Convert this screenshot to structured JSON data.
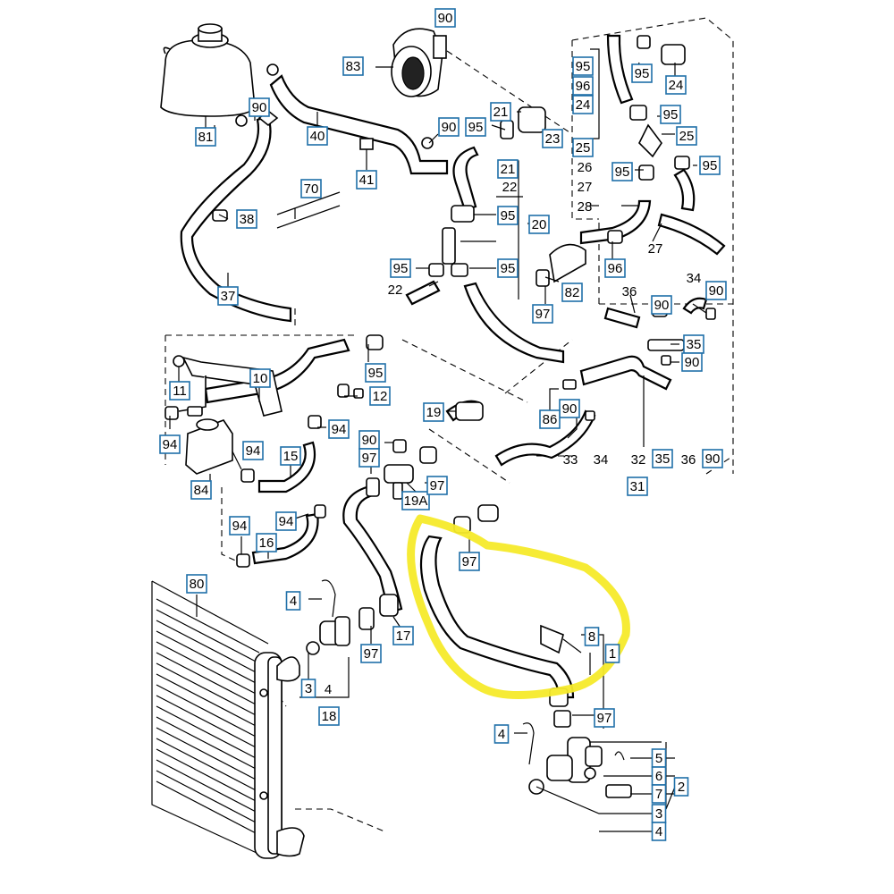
{
  "boxed_labels": [
    {
      "id": "label-90-a",
      "text": "90"
    },
    {
      "id": "label-83",
      "text": "83"
    },
    {
      "id": "label-81",
      "text": "81"
    },
    {
      "id": "label-90-b",
      "text": "90"
    },
    {
      "id": "label-40",
      "text": "40"
    },
    {
      "id": "label-90-c",
      "text": "90"
    },
    {
      "id": "label-95-a",
      "text": "95"
    },
    {
      "id": "label-21",
      "text": "21"
    },
    {
      "id": "label-41",
      "text": "41"
    },
    {
      "id": "label-70",
      "text": "70"
    },
    {
      "id": "label-38",
      "text": "38"
    },
    {
      "id": "label-37",
      "text": "37"
    },
    {
      "id": "label-95-b",
      "text": "95"
    },
    {
      "id": "label-96-a",
      "text": "96"
    },
    {
      "id": "label-24-a",
      "text": "24"
    },
    {
      "id": "label-23",
      "text": "23"
    },
    {
      "id": "label-25-a",
      "text": "25"
    },
    {
      "id": "label-95-c",
      "text": "95"
    },
    {
      "id": "label-24-b",
      "text": "24"
    },
    {
      "id": "label-95-d",
      "text": "95"
    },
    {
      "id": "label-25-b",
      "text": "25"
    },
    {
      "id": "label-95-e",
      "text": "95"
    },
    {
      "id": "label-95-f",
      "text": "95"
    },
    {
      "id": "label-21-b",
      "text": "21"
    },
    {
      "id": "label-95-g",
      "text": "95"
    },
    {
      "id": "label-20",
      "text": "20"
    },
    {
      "id": "label-95-h",
      "text": "95"
    },
    {
      "id": "label-95-i",
      "text": "95"
    },
    {
      "id": "label-82",
      "text": "82"
    },
    {
      "id": "label-96-b",
      "text": "96"
    },
    {
      "id": "label-97-a",
      "text": "97"
    },
    {
      "id": "label-90-d",
      "text": "90"
    },
    {
      "id": "label-90-e",
      "text": "90"
    },
    {
      "id": "label-35-a",
      "text": "35"
    },
    {
      "id": "label-90-f",
      "text": "90"
    },
    {
      "id": "label-10",
      "text": "10"
    },
    {
      "id": "label-11",
      "text": "11"
    },
    {
      "id": "label-95-j",
      "text": "95"
    },
    {
      "id": "label-12",
      "text": "12"
    },
    {
      "id": "label-19",
      "text": "19"
    },
    {
      "id": "label-90-g",
      "text": "90"
    },
    {
      "id": "label-86",
      "text": "86"
    },
    {
      "id": "label-94-a",
      "text": "94"
    },
    {
      "id": "label-94-b",
      "text": "94"
    },
    {
      "id": "label-94-c",
      "text": "94"
    },
    {
      "id": "label-90-h",
      "text": "90"
    },
    {
      "id": "label-97-b",
      "text": "97"
    },
    {
      "id": "label-84",
      "text": "84"
    },
    {
      "id": "label-15",
      "text": "15"
    },
    {
      "id": "label-19A",
      "text": "19A"
    },
    {
      "id": "label-97-c",
      "text": "97"
    },
    {
      "id": "label-35-b",
      "text": "35"
    },
    {
      "id": "label-90-i",
      "text": "90"
    },
    {
      "id": "label-31",
      "text": "31"
    },
    {
      "id": "label-94-d",
      "text": "94"
    },
    {
      "id": "label-94-e",
      "text": "94"
    },
    {
      "id": "label-16",
      "text": "16"
    },
    {
      "id": "label-97-d",
      "text": "97"
    },
    {
      "id": "label-80",
      "text": "80"
    },
    {
      "id": "label-4-a",
      "text": "4"
    },
    {
      "id": "label-8",
      "text": "8"
    },
    {
      "id": "label-1",
      "text": "1"
    },
    {
      "id": "label-97-e",
      "text": "97"
    },
    {
      "id": "label-17",
      "text": "17"
    },
    {
      "id": "label-3-a",
      "text": "3"
    },
    {
      "id": "label-18",
      "text": "18"
    },
    {
      "id": "label-97-f",
      "text": "97"
    },
    {
      "id": "label-4-b",
      "text": "4"
    },
    {
      "id": "label-5",
      "text": "5"
    },
    {
      "id": "label-6",
      "text": "6"
    },
    {
      "id": "label-7",
      "text": "7"
    },
    {
      "id": "label-2",
      "text": "2"
    },
    {
      "id": "label-3-b",
      "text": "3"
    },
    {
      "id": "label-4-c",
      "text": "4"
    }
  ],
  "plain_labels": [
    {
      "id": "plain-22-a",
      "text": "22"
    },
    {
      "id": "plain-22-b",
      "text": "22"
    },
    {
      "id": "plain-26",
      "text": "26"
    },
    {
      "id": "plain-27-a",
      "text": "27"
    },
    {
      "id": "plain-28",
      "text": "28"
    },
    {
      "id": "plain-27-b",
      "text": "27"
    },
    {
      "id": "plain-34-a",
      "text": "34"
    },
    {
      "id": "plain-36-a",
      "text": "36"
    },
    {
      "id": "plain-33",
      "text": "33"
    },
    {
      "id": "plain-34-b",
      "text": "34"
    },
    {
      "id": "plain-32",
      "text": "32"
    },
    {
      "id": "plain-36-b",
      "text": "36"
    },
    {
      "id": "plain-4",
      "text": "4"
    }
  ],
  "colors": {
    "label_border": "#1f6fa8",
    "highlight": "#f6ea2a",
    "line": "#000000",
    "background": "#ffffff"
  }
}
